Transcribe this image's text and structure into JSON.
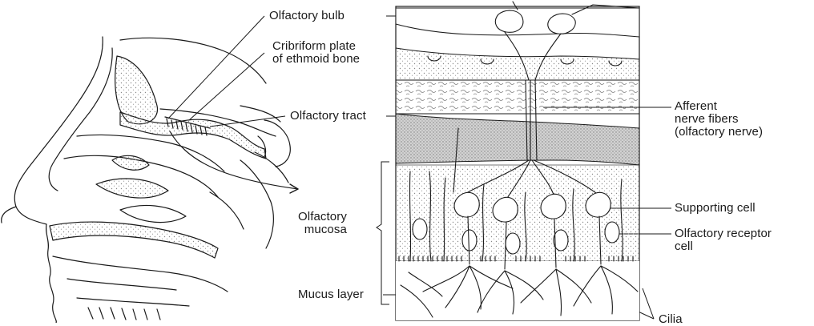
{
  "labels": {
    "olfactory_bulb": "Olfactory bulb",
    "cribriform": "Cribriform plate\nof ethmoid bone",
    "olfactory_tract": "Olfactory tract",
    "afferent": "Afferent\nnerve fibers\n(olfactory nerve)",
    "olfactory_mucosa": "Olfactory\nmucosa",
    "supporting_cell": "Supporting cell",
    "receptor_cell": "Olfactory receptor\ncell",
    "mucus_layer": "Mucus layer",
    "cilia": "Cilia"
  },
  "colors": {
    "ink": "#1a1a1a",
    "stipple": "#8a8a8a",
    "fiber_band": "#c9c9c9",
    "paper": "#ffffff"
  }
}
